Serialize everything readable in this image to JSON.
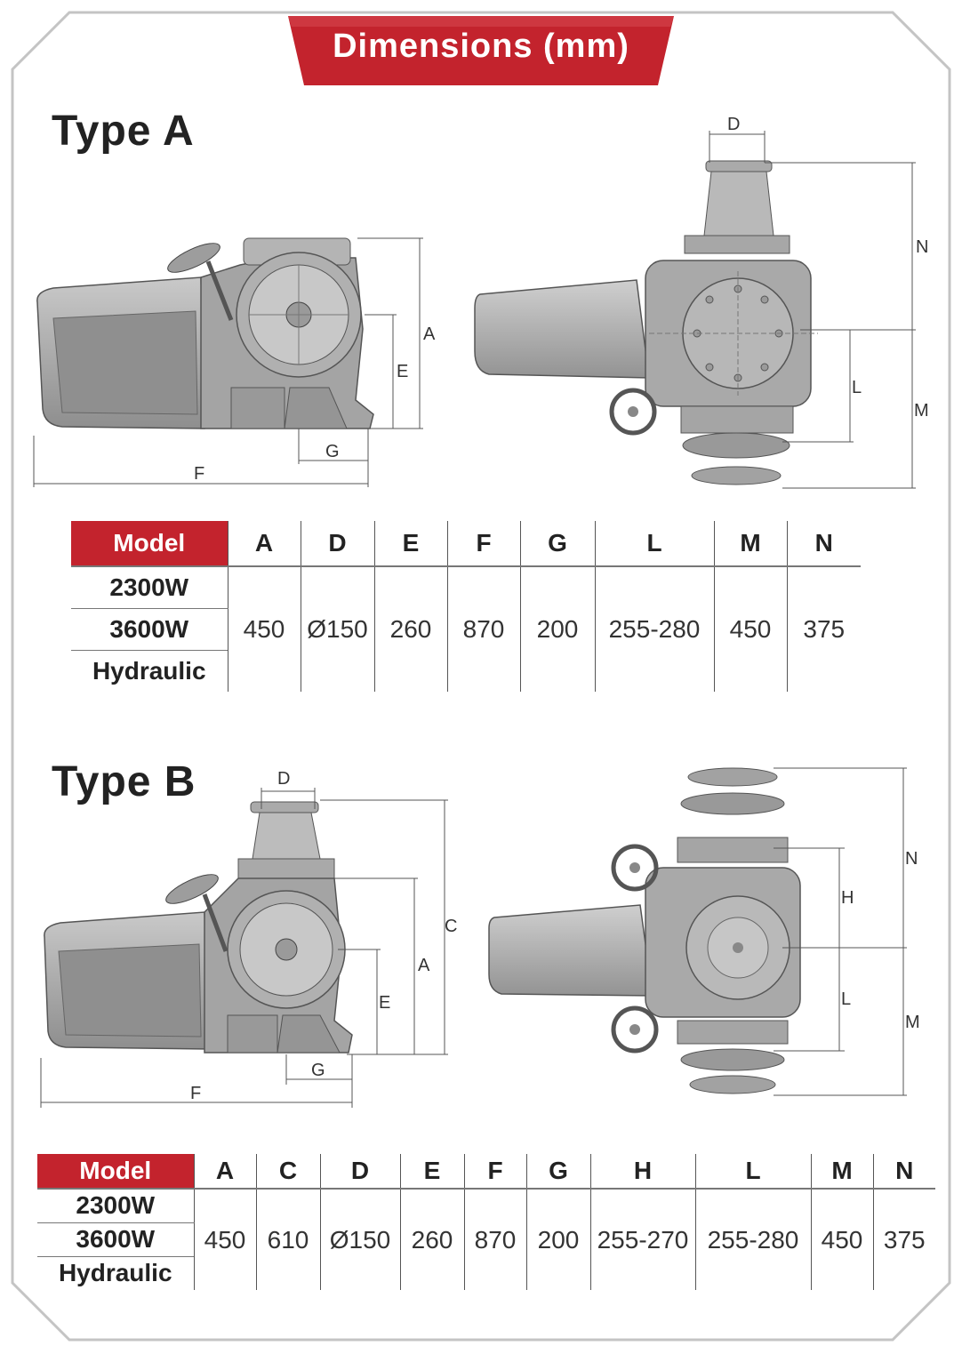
{
  "page_title": "Dimensions (mm)",
  "type_a": {
    "heading": "Type A",
    "side_labels": {
      "A": "A",
      "E": "E",
      "G": "G",
      "F": "F"
    },
    "top_labels": {
      "D": "D",
      "N": "N",
      "L": "L",
      "M": "M"
    },
    "table": {
      "headers": [
        "Model",
        "A",
        "D",
        "E",
        "F",
        "G",
        "L",
        "M",
        "N"
      ],
      "models": [
        "2300W",
        "3600W",
        "Hydraulic"
      ],
      "values": [
        "450",
        "Ø150",
        "260",
        "870",
        "200",
        "255-280",
        "450",
        "375"
      ]
    }
  },
  "type_b": {
    "heading": "Type B",
    "side_labels": {
      "D": "D",
      "C": "C",
      "A": "A",
      "E": "E",
      "G": "G",
      "F": "F"
    },
    "top_labels": {
      "N": "N",
      "H": "H",
      "L": "L",
      "M": "M"
    },
    "table": {
      "headers": [
        "Model",
        "A",
        "C",
        "D",
        "E",
        "F",
        "G",
        "H",
        "L",
        "M",
        "N"
      ],
      "models": [
        "2300W",
        "3600W",
        "Hydraulic"
      ],
      "values": [
        "450",
        "610",
        "Ø150",
        "260",
        "870",
        "200",
        "255-270",
        "255-280",
        "450",
        "375"
      ]
    }
  },
  "colors": {
    "accent": "#c3232d",
    "frame": "#bfbfbf",
    "machine": "#9b9b9b"
  }
}
